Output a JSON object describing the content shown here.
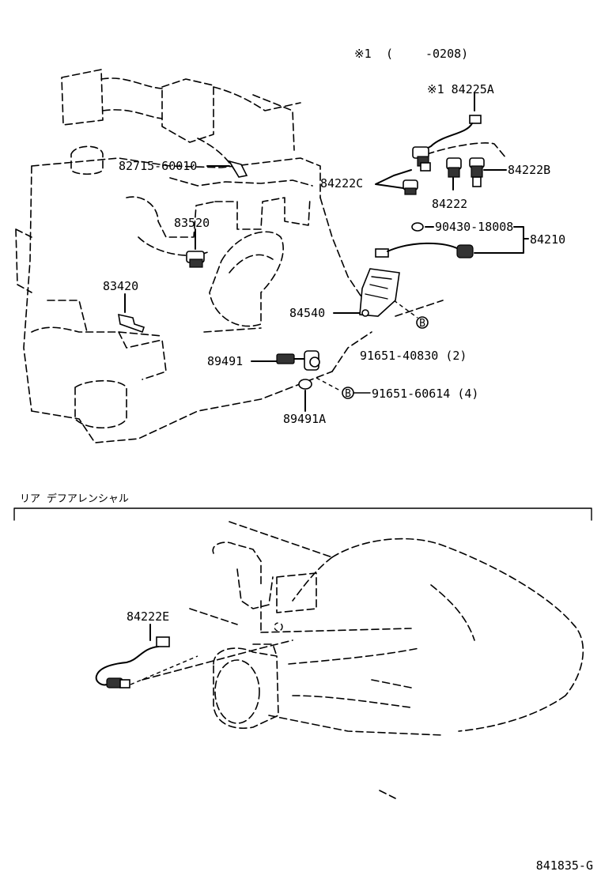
{
  "header": {
    "note_mark": "※1",
    "note_paren_open": "(",
    "note_range": "-0208)"
  },
  "labels": {
    "p84225A": "※1 84225A",
    "p82715": "82715-60010",
    "p84222C": "84222C",
    "p84222B": "84222B",
    "p84222": "84222",
    "p90430": "90430-18008",
    "p84210": "84210",
    "p83520": "83520",
    "p83420": "83420",
    "p84540": "84540",
    "p91651_40830": "91651-40830 (2)",
    "p89491": "89491",
    "p91651_60614": "91651-60614 (4)",
    "p89491A": "89491A",
    "p84222E": "84222E"
  },
  "marks": {
    "b1": "B",
    "b2": "B"
  },
  "section": {
    "title": "リア デフアレンシャル"
  },
  "footer": {
    "code": "841835-G"
  }
}
